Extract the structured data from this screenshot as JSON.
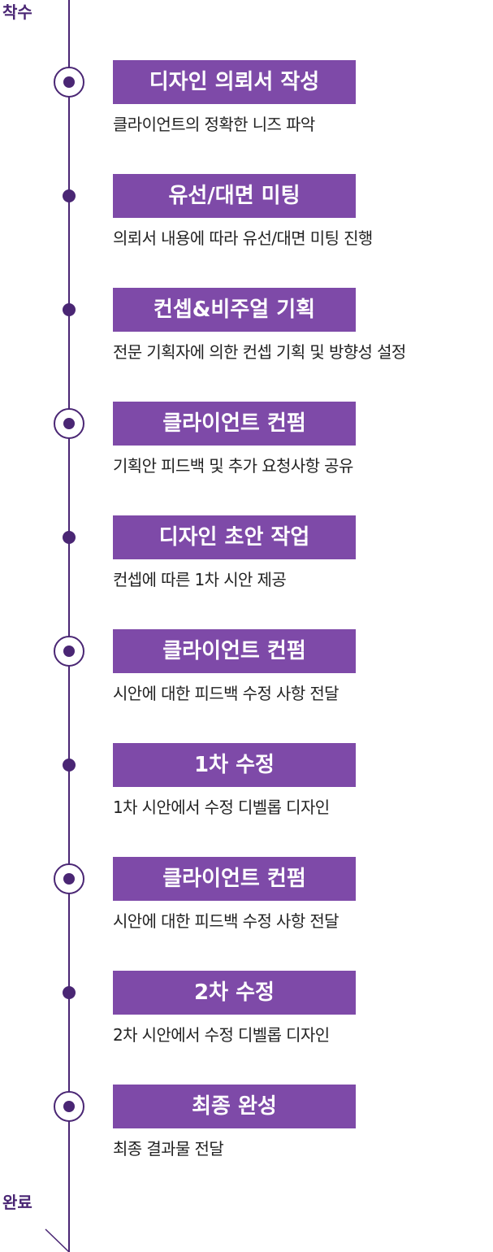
{
  "labels": {
    "start": "착수",
    "end": "완료"
  },
  "colors": {
    "line": "#4a2674",
    "box": "#7e4aa8",
    "box_text": "#ffffff",
    "desc_text": "#222222"
  },
  "steps": [
    {
      "title": "디자인 의뢰서 작성",
      "desc": "클라이언트의 정확한 니즈 파악",
      "marker": "ring"
    },
    {
      "title": "유선/대면 미팅",
      "desc": "의뢰서 내용에 따라 유선/대면 미팅 진행",
      "marker": "dot"
    },
    {
      "title": "컨셉&비주얼 기획",
      "desc": "전문 기획자에 의한 컨셉 기획 및 방향성 설정",
      "marker": "dot"
    },
    {
      "title": "클라이언트 컨펌",
      "desc": "기획안 피드백 및 추가 요청사항 공유",
      "marker": "ring"
    },
    {
      "title": "디자인 초안 작업",
      "desc": "컨셉에 따른 1차 시안 제공",
      "marker": "dot"
    },
    {
      "title": "클라이언트 컨펌",
      "desc": "시안에 대한 피드백 수정 사항 전달",
      "marker": "ring"
    },
    {
      "title": "1차 수정",
      "desc": "1차 시안에서 수정 디벨롭 디자인",
      "marker": "dot"
    },
    {
      "title": "클라이언트 컨펌",
      "desc": "시안에 대한 피드백 수정 사항 전달",
      "marker": "ring"
    },
    {
      "title": "2차 수정",
      "desc": "2차 시안에서 수정 디벨롭 디자인",
      "marker": "dot"
    },
    {
      "title": "최종 완성",
      "desc": "최종 결과물 전달",
      "marker": "ring"
    }
  ]
}
